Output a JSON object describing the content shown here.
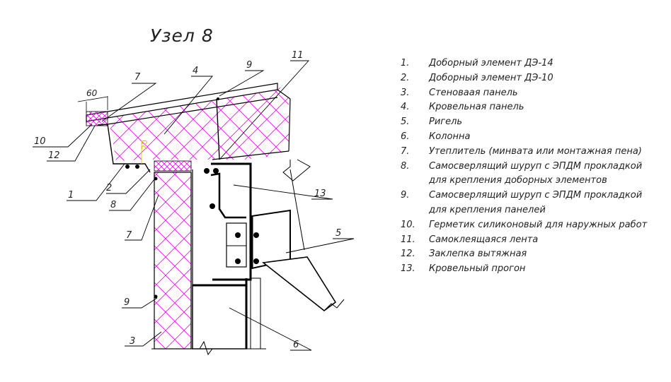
{
  "title": "Узел 8",
  "dimensions": {
    "width_60": "60",
    "height_20": "20"
  },
  "callouts": [
    "1",
    "2",
    "3",
    "4",
    "5",
    "6",
    "7",
    "8",
    "9",
    "10",
    "11",
    "12",
    "13"
  ],
  "legend": [
    {
      "num": "1.",
      "text": "Доборный элемент ДЭ-14"
    },
    {
      "num": "2.",
      "text": "Доборный элемент ДЭ-10"
    },
    {
      "num": "3.",
      "text": "Стеноваая панель"
    },
    {
      "num": "4.",
      "text": "Кровельная панель"
    },
    {
      "num": "5.",
      "text": "Ригель"
    },
    {
      "num": "6.",
      "text": "Колонна"
    },
    {
      "num": "7.",
      "text": "Утеплитель (минвата или монтажная пена)"
    },
    {
      "num": "8.",
      "text": "Самосверлящий шуруп с ЭПДМ прокладкой для крепления доборных элементов"
    },
    {
      "num": "9.",
      "text": "Самосверлящий шуруп с ЭПДМ прокладкой для крепления панелей"
    },
    {
      "num": "10.",
      "text": "Герметик силиконовый для наружных работ"
    },
    {
      "num": "11.",
      "text": "Самоклеящаяся лента"
    },
    {
      "num": "12.",
      "text": "Заклепка вытяжная"
    },
    {
      "num": "13.",
      "text": "Кровельный прогон"
    }
  ],
  "colors": {
    "insulation": "#ff00ff",
    "line": "#000000",
    "dimension": "#d8c200"
  }
}
